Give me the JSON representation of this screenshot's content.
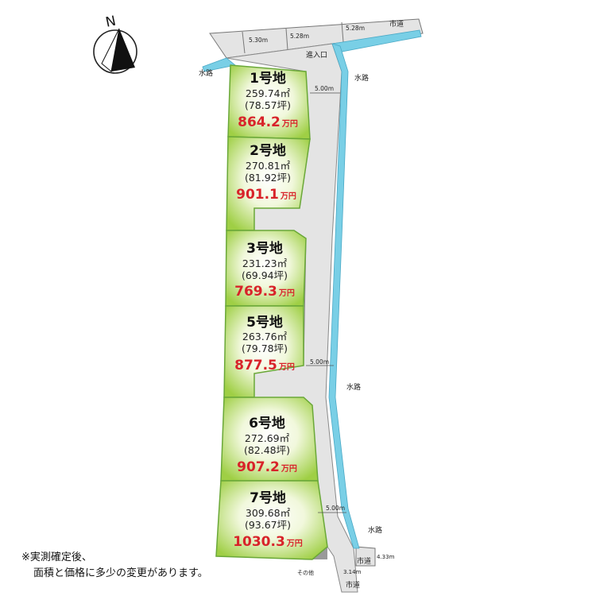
{
  "compass": {
    "north_label": "N"
  },
  "lots": [
    {
      "name": "1号地",
      "area_m2": "259.74㎡",
      "area_tsubo": "(78.57坪)",
      "price": "864.2",
      "unit": "万円"
    },
    {
      "name": "2号地",
      "area_m2": "270.81㎡",
      "area_tsubo": "(81.92坪)",
      "price": "901.1",
      "unit": "万円"
    },
    {
      "name": "3号地",
      "area_m2": "231.23㎡",
      "area_tsubo": "(69.94坪)",
      "price": "769.3",
      "unit": "万円"
    },
    {
      "name": "5号地",
      "area_m2": "263.76㎡",
      "area_tsubo": "(79.78坪)",
      "price": "877.5",
      "unit": "万円"
    },
    {
      "name": "6号地",
      "area_m2": "272.69㎡",
      "area_tsubo": "(82.48坪)",
      "price": "907.2",
      "unit": "万円"
    },
    {
      "name": "7号地",
      "area_m2": "309.68㎡",
      "area_tsubo": "(93.67坪)",
      "price": "1030.3",
      "unit": "万円"
    }
  ],
  "labels": {
    "city_road_top": "市道",
    "city_road_bottom_1": "市道",
    "city_road_bottom_2": "市道",
    "entrance": "進入口",
    "waterway_left": "水路",
    "waterway_right_top": "水路",
    "waterway_right_mid": "水路",
    "waterway_right_bottom": "水路",
    "other": "その他"
  },
  "dimensions": {
    "top_1": "5.30m",
    "top_2": "5.28m",
    "top_3": "5.28m",
    "road_1": "5.00m",
    "road_2": "5.00m",
    "road_3": "5.00m",
    "bottom_1": "4.33m",
    "bottom_2": "3.14m"
  },
  "note": {
    "line1": "※実測確定後、",
    "line2": "面積と価格に多少の変更があります。"
  },
  "colors": {
    "lot_green": "#b7dc6a",
    "road_gray": "#e4e4e4",
    "water_blue": "#79cfe6",
    "price_red": "#d8232a"
  }
}
